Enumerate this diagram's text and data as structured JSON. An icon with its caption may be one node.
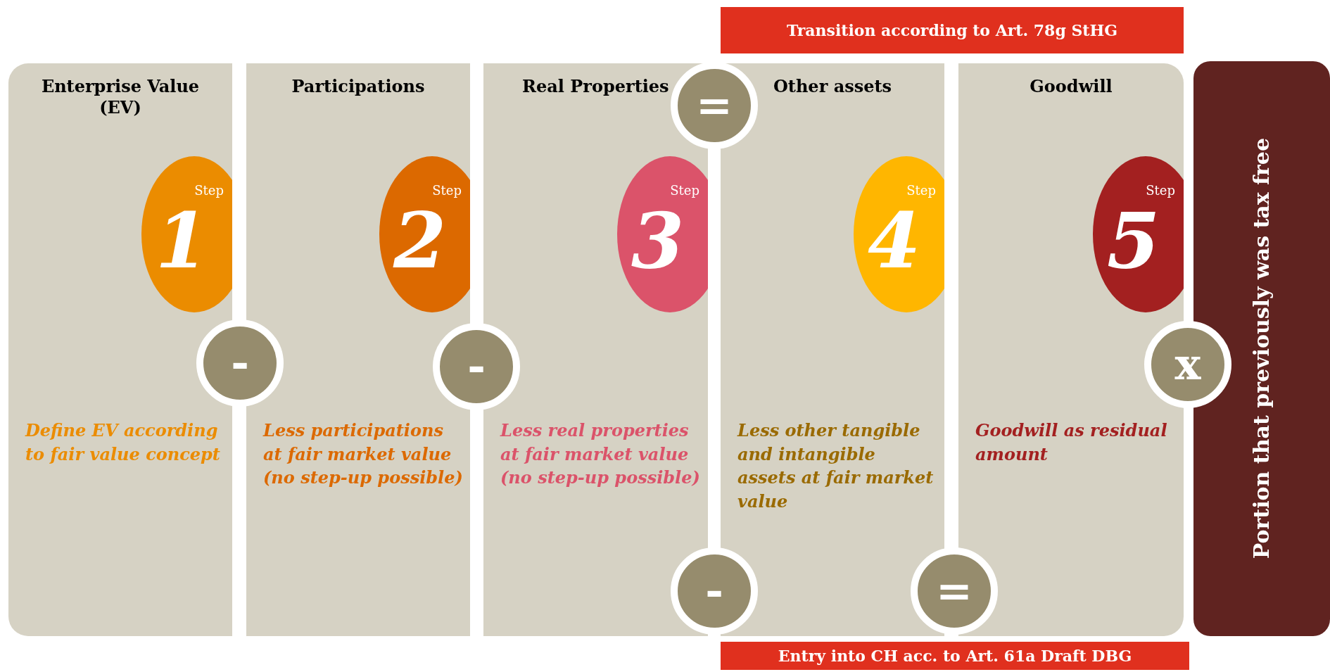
{
  "diagram": {
    "nodes": [
      {
        "text": [
          "Transition according to Art. 78g StHG"
        ]
      },
      {
        "text": [
          "Enterprise Value (EV)",
          "Define EV according to fair value concept"
        ]
      },
      {
        "text": [
          "Step",
          "1"
        ],
        "in": 1
      },
      {
        "text": [
          "Participations",
          "Less participations at fair market value (no step-up possible)"
        ]
      },
      {
        "text": [
          "Step",
          "2"
        ],
        "in": 3
      },
      {
        "text": [
          "Real Properties",
          "Less real properties at fair market value (no step-up possible)"
        ]
      },
      {
        "text": [
          "Step",
          "3"
        ],
        "in": 5
      },
      {
        "text": [
          "Other assets",
          "Less other tangible and intangible assets at fair market value"
        ]
      },
      {
        "text": [
          "Step",
          "4"
        ],
        "in": 7
      },
      {
        "text": [
          "Goodwill",
          "Goodwill as residual amount"
        ]
      },
      {
        "text": [
          "Step",
          "5"
        ],
        "in": 9
      },
      {
        "text": [
          "Portion that previously was tax free"
        ]
      },
      {
        "text": [
          "="
        ]
      },
      {
        "text": [
          "-"
        ]
      },
      {
        "text": [
          "-"
        ]
      },
      {
        "text": [
          "x"
        ]
      },
      {
        "text": [
          "-"
        ]
      },
      {
        "text": [
          "="
        ]
      },
      {
        "text": [
          "Entry into CH acc. to Art. 61a Draft DBG"
        ]
      }
    ],
    "edges": []
  }
}
